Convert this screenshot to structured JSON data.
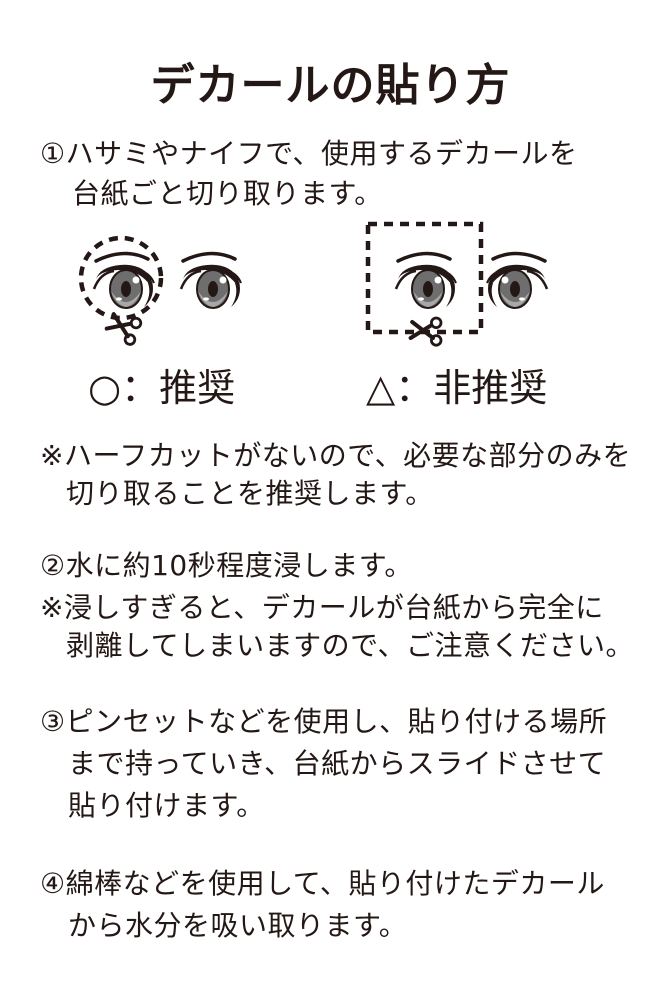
{
  "title": "デカールの貼り方",
  "steps": [
    {
      "lines": [
        "①ハサミやナイフで、使用するデカールを",
        "台紙ごと切り取ります。"
      ]
    },
    {
      "lines": [
        "②水に約10秒程度浸します。"
      ],
      "note": [
        "※浸しすぎると、デカールが台紙から完全に",
        "剥離してしまいますので、ご注意ください。"
      ]
    },
    {
      "lines": [
        "③ピンセットなどを使用し、貼り付ける場所",
        "まで持っていき、台紙からスライドさせて",
        "貼り付けます。"
      ]
    },
    {
      "lines": [
        "④綿棒などを使用して、貼り付けたデカール",
        "から水分を吸い取ります。"
      ]
    }
  ],
  "illustrations": {
    "recommended": {
      "symbol": "○",
      "label": "：推奨",
      "cut_shape": "circle"
    },
    "not_recommended": {
      "symbol": "△",
      "label": "：非推奨",
      "cut_shape": "square"
    }
  },
  "halfcut_note": [
    "※ハーフカットがないので、必要な部分のみを",
    "切り取ることを推奨します。"
  ],
  "colors": {
    "ink": "#231815",
    "iris_dark": "#6e6e6e",
    "iris_light": "#a8a8a8",
    "background": "#ffffff"
  }
}
